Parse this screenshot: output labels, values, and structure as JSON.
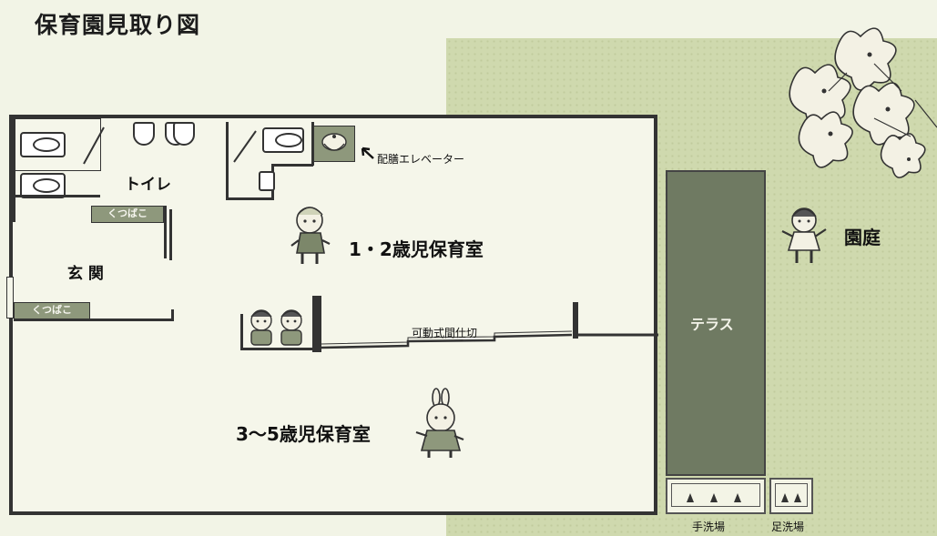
{
  "title": "保育園見取り図",
  "rooms": {
    "toilet": "トイレ",
    "entrance": "玄 関",
    "infant_room": "1・2歳児保育室",
    "preschool_room": "3～5歳児保育室",
    "terrace": "テラス",
    "garden": "園庭"
  },
  "fixtures": {
    "elevator": "配膳エレベーター",
    "partition": "可動式間仕切",
    "shoe_box_1": "くつばこ",
    "shoe_box_2": "くつばこ",
    "hand_wash": "手洗場",
    "foot_wash": "足洗場"
  },
  "colors": {
    "garden": "#cfd9ae",
    "terrace": "#6f7a62",
    "fixture_fill": "#8e987c",
    "wall": "#333333"
  }
}
